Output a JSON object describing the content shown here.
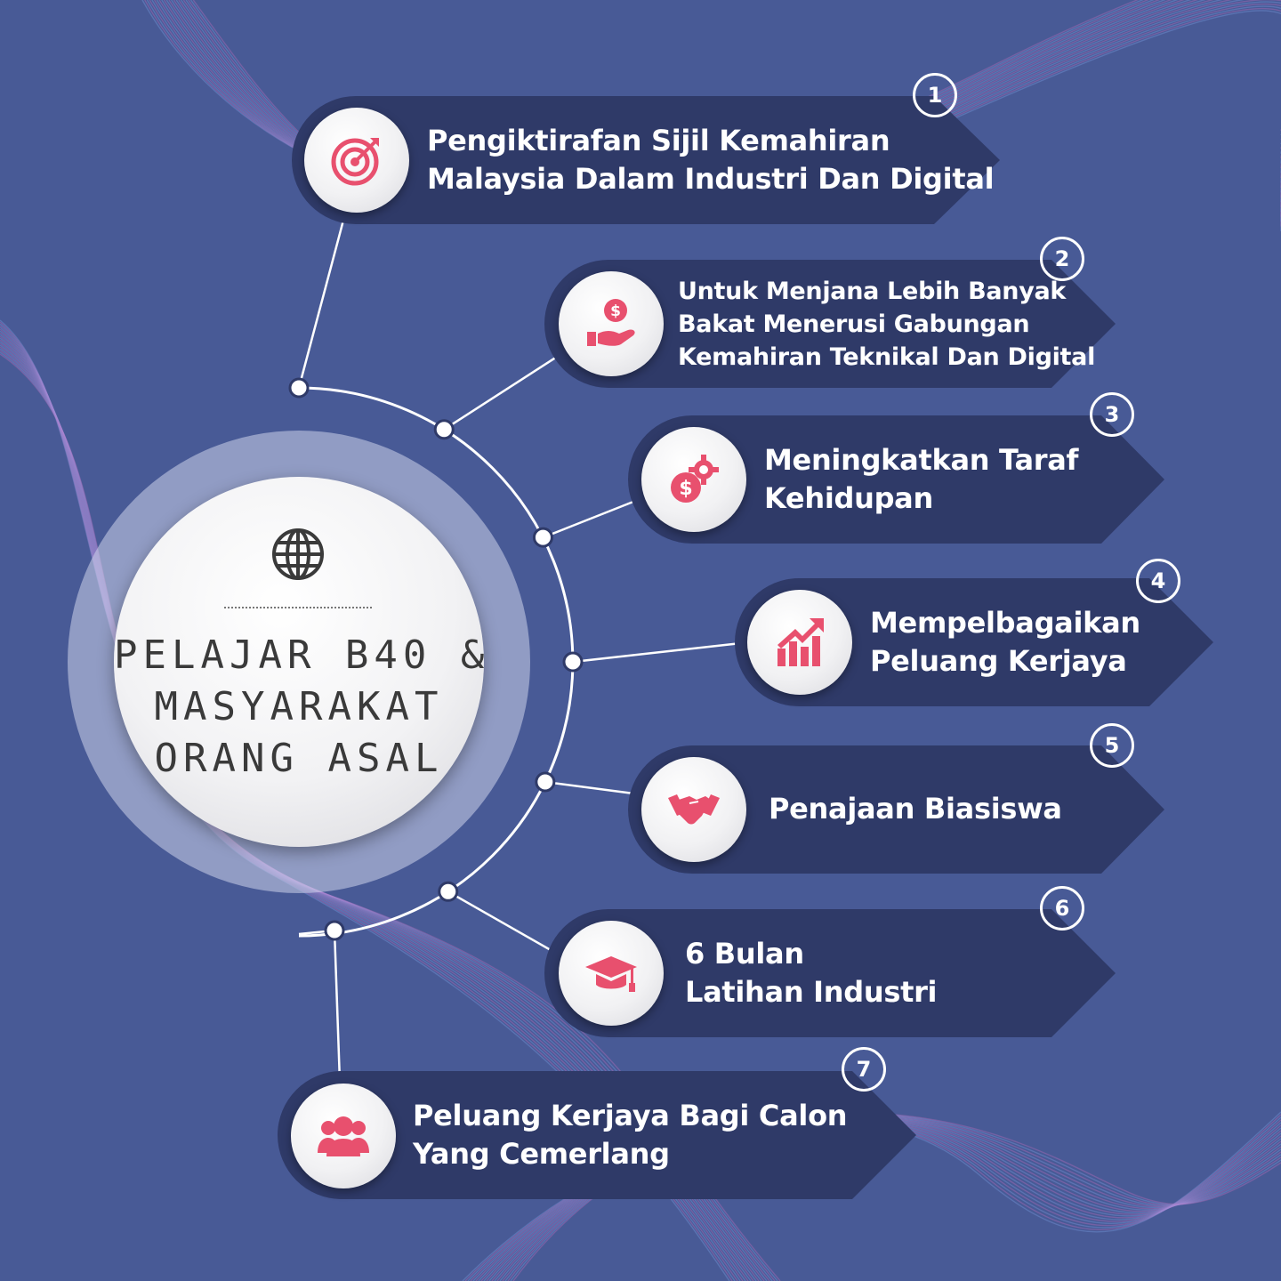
{
  "center": {
    "icon": "globe-icon",
    "title_line1": "PELAJAR B40 &",
    "title_line2": "MASYARAKAT",
    "title_line3": "ORANG ASAL"
  },
  "items": [
    {
      "number": "1",
      "icon": "target-icon",
      "line1": "Pengiktirafan Sijil Kemahiran",
      "line2": "Malaysia Dalam Industri Dan Digital",
      "line3": ""
    },
    {
      "number": "2",
      "icon": "money-hand-icon",
      "line1": "Untuk Menjana Lebih Banyak",
      "line2": "Bakat Menerusi Gabungan",
      "line3": "Kemahiran Teknikal Dan Digital"
    },
    {
      "number": "3",
      "icon": "gear-dollar-icon",
      "line1": "Meningkatkan Taraf",
      "line2": "Kehidupan",
      "line3": ""
    },
    {
      "number": "4",
      "icon": "growth-chart-icon",
      "line1": "Mempelbagaikan",
      "line2": "Peluang Kerjaya",
      "line3": ""
    },
    {
      "number": "5",
      "icon": "handshake-icon",
      "line1": "Penajaan Biasiswa",
      "line2": "",
      "line3": ""
    },
    {
      "number": "6",
      "icon": "graduation-cap-icon",
      "line1": "6 Bulan",
      "line2": "Latihan Industri",
      "line3": ""
    },
    {
      "number": "7",
      "icon": "people-icon",
      "line1": "Peluang Kerjaya Bagi Calon",
      "line2": "Yang Cemerlang",
      "line3": ""
    }
  ],
  "colors": {
    "background": "#485a96",
    "banner": "#2f3a68",
    "icon_accent": "#e8506e",
    "wave_pink": "#c86fc0",
    "wave_blue": "#7fa4e8"
  }
}
